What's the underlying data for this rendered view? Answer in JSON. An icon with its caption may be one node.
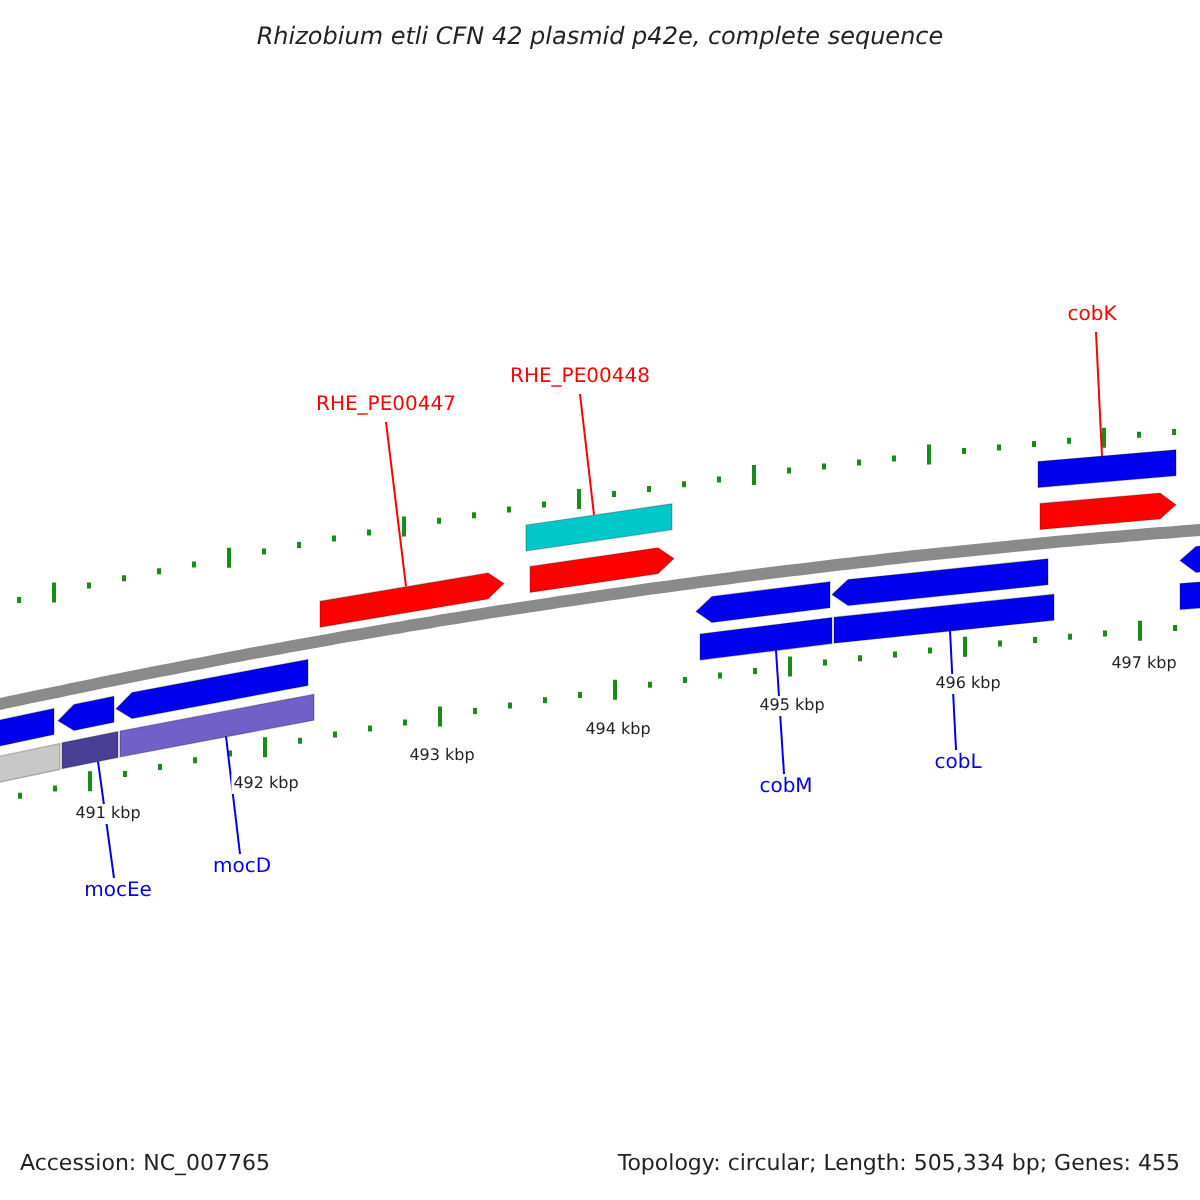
{
  "diagram": {
    "title": "Rhizobium etli CFN 42 plasmid p42e, complete sequence",
    "nodes": [
      {
        "text": [
          "RHE_PE00447"
        ]
      },
      {
        "text": [
          "RHE_PE00448"
        ]
      },
      {
        "text": [
          "cobK"
        ]
      },
      {
        "text": [
          "cobM"
        ]
      },
      {
        "text": [
          "cobL"
        ]
      },
      {
        "text": [
          "mocEe"
        ]
      },
      {
        "text": [
          "mocD"
        ]
      },
      {
        "text": [],
        "shape": "arrow"
      },
      {
        "text": [],
        "shape": "arrow"
      },
      {
        "text": [],
        "shape": "arrow"
      },
      {
        "text": [],
        "shape": "arrow"
      },
      {
        "text": [],
        "shape": "arrow"
      },
      {
        "text": [],
        "shape": "arrow"
      },
      {
        "text": [],
        "shape": "arrow"
      },
      {
        "text": [],
        "shape": "arrow"
      },
      {
        "text": [],
        "shape": "arrow"
      },
      {
        "text": [],
        "shape": "arrow"
      },
      {
        "text": [],
        "shape": "arrow"
      },
      {
        "text": [],
        "shape": "arrow"
      },
      {
        "text": [],
        "shape": "arrow"
      },
      {
        "text": [],
        "shape": "arrow"
      },
      {
        "text": [],
        "shape": "arrow"
      },
      {
        "text": [],
        "shape": "bar"
      },
      {
        "text": [],
        "shape": "bar"
      }
    ],
    "edges": [
      {
        "from": 0,
        "to": 7,
        "arrow": "none",
        "color": "#ff0000"
      },
      {
        "from": 1,
        "to": 8,
        "arrow": "none",
        "color": "#ff0000"
      },
      {
        "from": 2,
        "to": 9,
        "arrow": "none",
        "color": "#ff0000"
      },
      {
        "from": 3,
        "to": 10,
        "arrow": "none"
      },
      {
        "from": 4,
        "to": 11,
        "arrow": "none"
      },
      {
        "from": 5,
        "to": 12,
        "arrow": "none"
      },
      {
        "from": 6,
        "to": 13,
        "arrow": "none"
      }
    ],
    "labels": [
      "491 kbp",
      "492 kbp",
      "493 kbp",
      "494 kbp",
      "495 kbp",
      "496 kbp",
      "497 kbp",
      "Accession: NC_007765",
      "Topology: circular; Length: 505,334 bp; Genes: 455"
    ]
  }
}
